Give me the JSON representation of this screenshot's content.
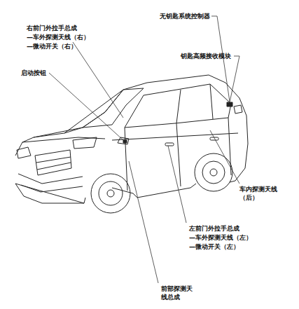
{
  "diagram": {
    "labels": [
      "无钥匙系统控制器",
      "右前门外拉手总成",
      "—车外探测天线（右）",
      "—微动开关（右）",
      "钥匙高频接收模块",
      "启动按钮",
      "车内探测天线 （后）",
      "左前门外拉手总成",
      "—车外探测天线（左）",
      "—微动开关（左）",
      "前部探测天线总成"
    ]
  }
}
